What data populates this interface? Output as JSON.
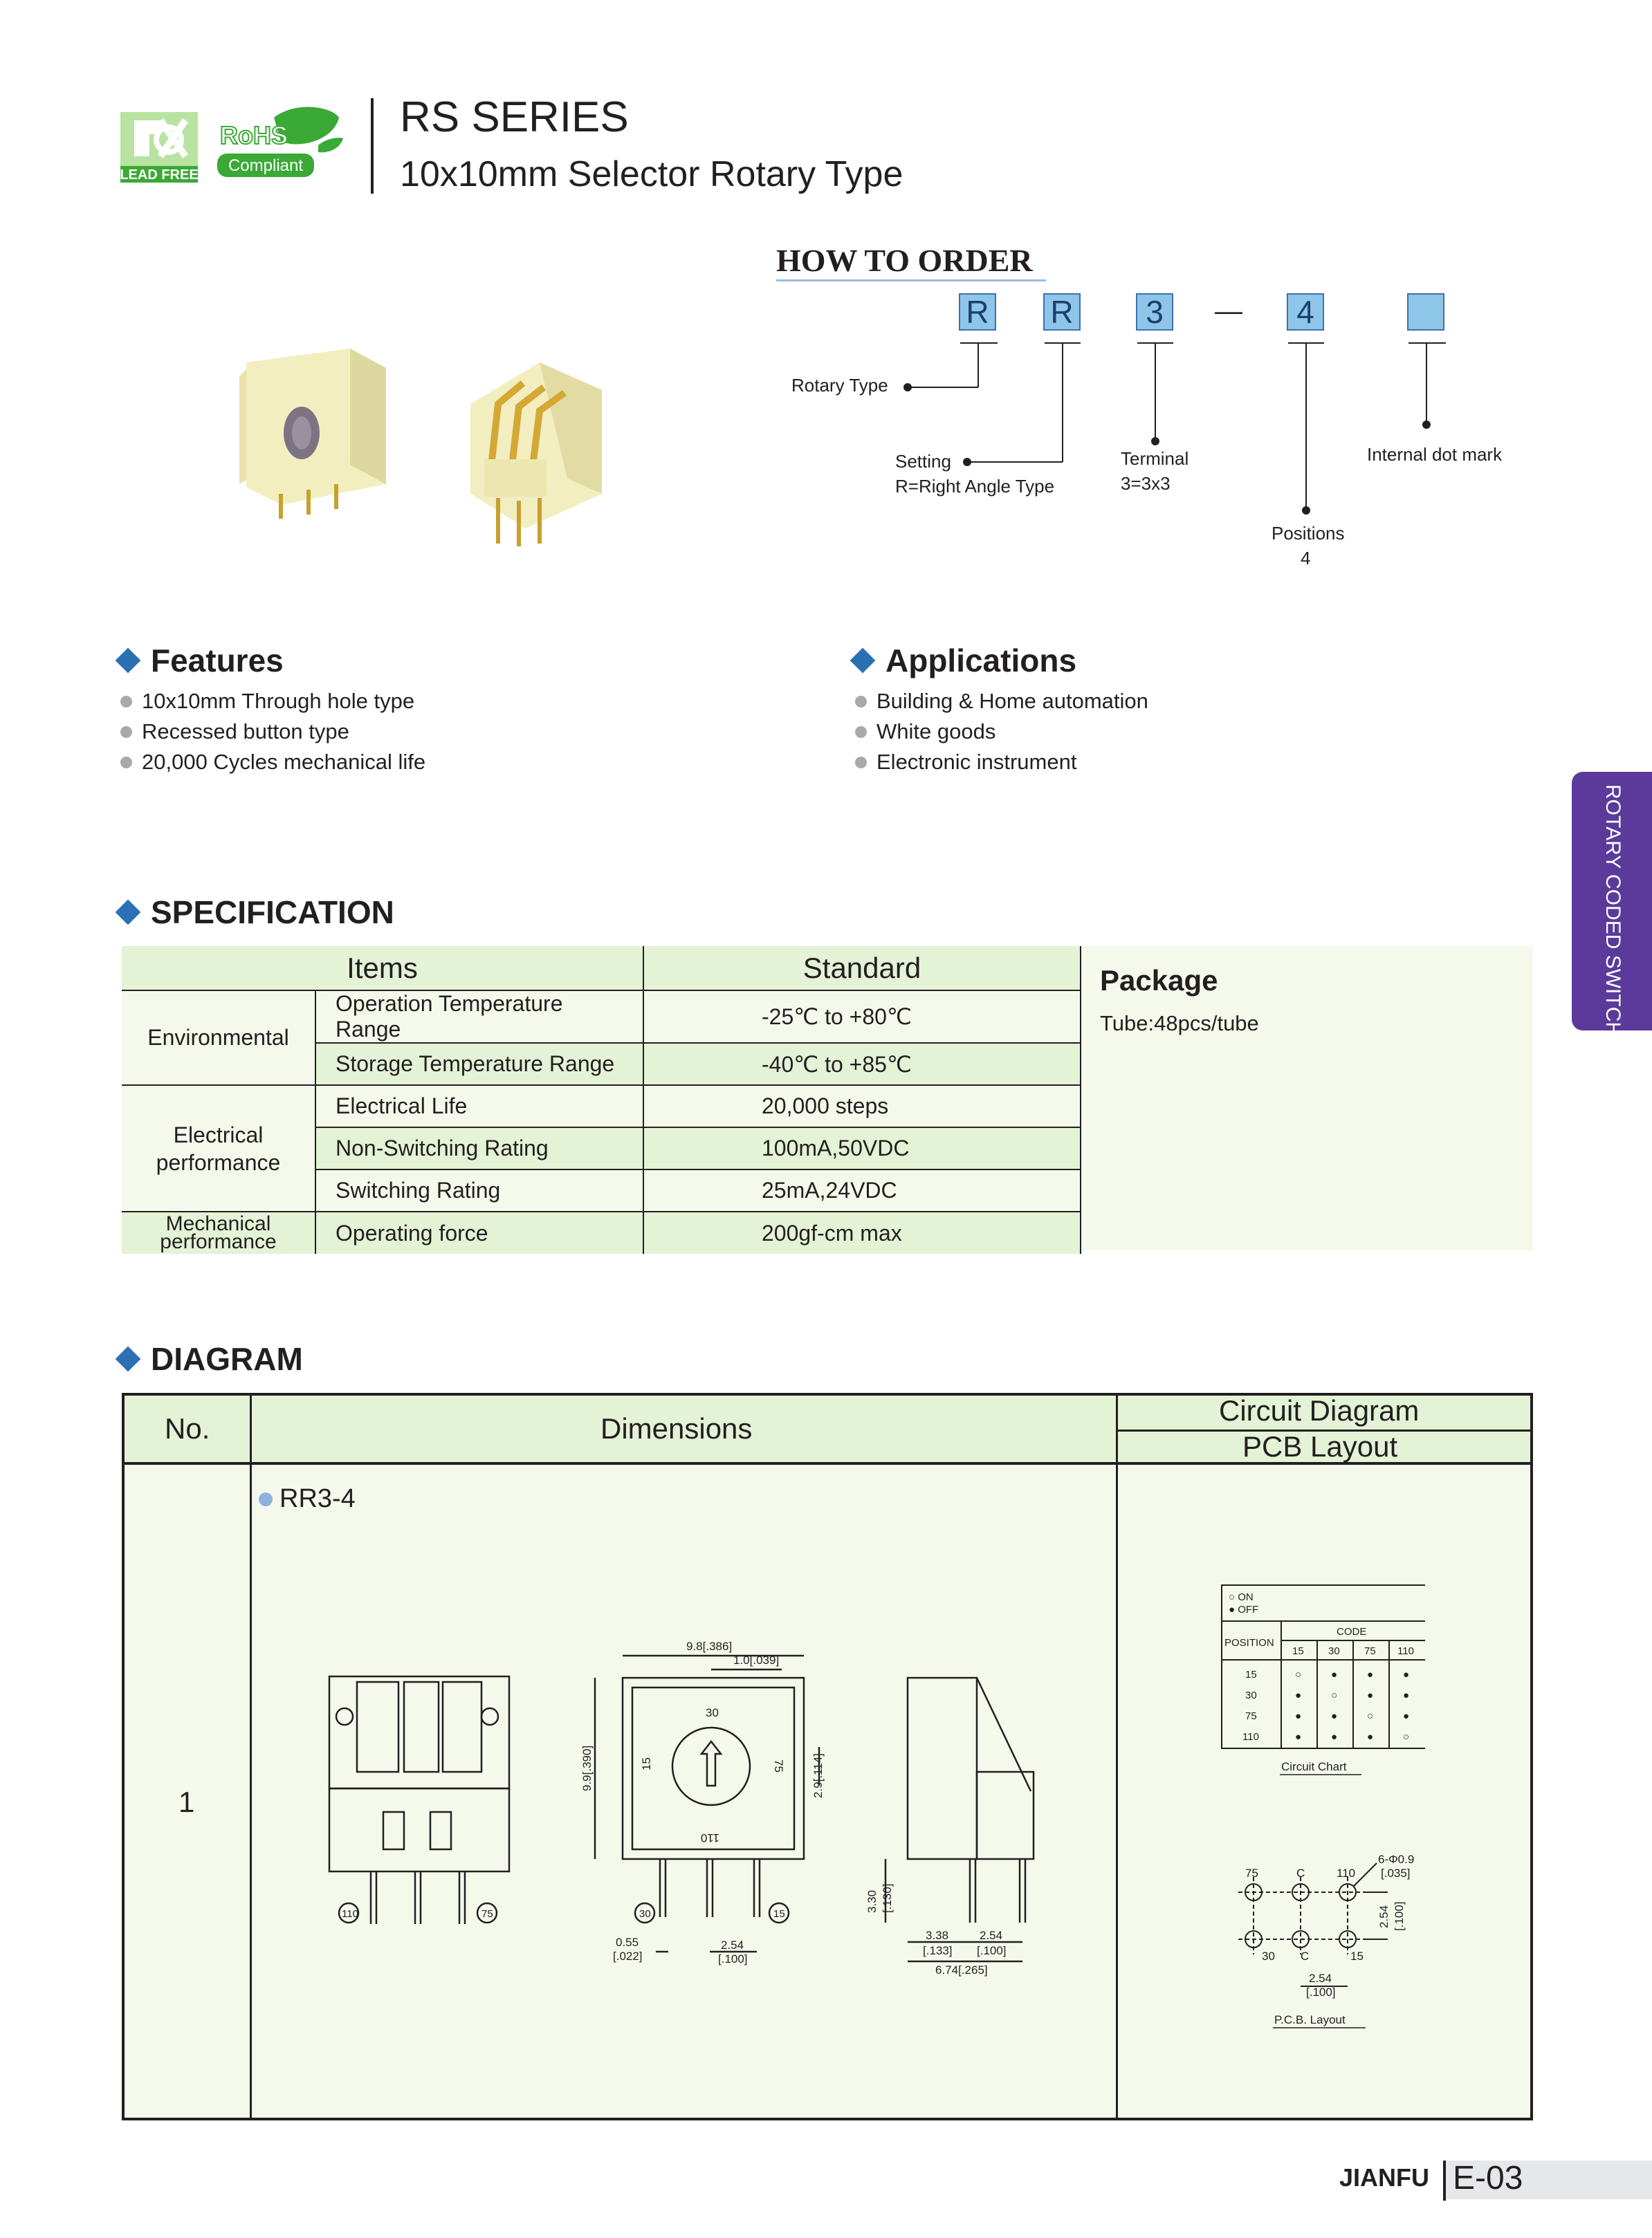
{
  "header": {
    "lead_free_label": "LEAD FREE",
    "rohs_label": "RoHS",
    "rohs_compliant": "Compliant",
    "series_title": "RS SERIES",
    "series_subtitle": "10x10mm Selector Rotary Type"
  },
  "how_to_order": {
    "title": "HOW TO ORDER",
    "codes": [
      "R",
      "R",
      "3",
      "4",
      ""
    ],
    "dash": "—",
    "labels": {
      "rotary_type": "Rotary Type",
      "setting": "Setting",
      "setting_value": "R=Right Angle Type",
      "terminal": "Terminal",
      "terminal_value": "3=3x3",
      "positions": "Positions",
      "positions_value": "4",
      "internal_dot": "Internal dot mark"
    }
  },
  "features": {
    "title": "Features",
    "items": [
      "10x10mm Through hole type",
      "Recessed button type",
      "20,000 Cycles mechanical life"
    ]
  },
  "applications": {
    "title": "Applications",
    "items": [
      "Building & Home automation",
      "White goods",
      "Electronic instrument"
    ]
  },
  "side_tab": "ROTARY CODED SWITCH",
  "specification": {
    "title": "SPECIFICATION",
    "headers": {
      "items": "Items",
      "standard": "Standard"
    },
    "groups": {
      "environmental": "Environmental",
      "electrical": "Electrical performance",
      "mechanical": "Mechanical performance"
    },
    "rows": [
      {
        "item": "Operation Temperature Range",
        "standard": "-25℃ to +80℃"
      },
      {
        "item": "Storage Temperature Range",
        "standard": "-40℃ to +85℃"
      },
      {
        "item": "Electrical Life",
        "standard": "20,000 steps"
      },
      {
        "item": "Non-Switching Rating",
        "standard": "100mA,50VDC"
      },
      {
        "item": "Switching Rating",
        "standard": "25mA,24VDC"
      },
      {
        "item": "Operating force",
        "standard": "200gf-cm max"
      }
    ],
    "package_title": "Package",
    "package_text": "Tube:48pcs/tube"
  },
  "diagram": {
    "title": "DIAGRAM",
    "headers": {
      "no": "No.",
      "dimensions": "Dimensions",
      "circuit": "Circuit Diagram",
      "pcb": "PCB Layout"
    },
    "row_no": "1",
    "model": "RR3-4",
    "dims": {
      "width": "9.8[.386]",
      "dot": "1.0[.039]",
      "height": "9.9[.390]",
      "knob": "2.9[.114]",
      "pin_w": "0.55",
      "pin_w_in": "[.022]",
      "pitch": "2.54",
      "pitch_in": "[.100]",
      "pin_len": "3.30",
      "pin_len_in": "[.130]",
      "offset": "3.38",
      "offset_in": "[.133]",
      "depth": "6.74[.265]"
    },
    "dial_labels": [
      "30",
      "15",
      "75",
      "110"
    ],
    "pin_labels": [
      "110",
      "75",
      "30",
      "15"
    ],
    "circuit_chart": {
      "legend_on": "○ ON",
      "legend_off": "● OFF",
      "position_label": "POSITION",
      "code_label": "CODE",
      "codes": [
        "15",
        "30",
        "75",
        "110"
      ],
      "rows": [
        {
          "pos": "15",
          "vals": [
            "○",
            "●",
            "●",
            "●"
          ]
        },
        {
          "pos": "30",
          "vals": [
            "●",
            "○",
            "●",
            "●"
          ]
        },
        {
          "pos": "75",
          "vals": [
            "●",
            "●",
            "○",
            "●"
          ]
        },
        {
          "pos": "110",
          "vals": [
            "●",
            "●",
            "●",
            "○"
          ]
        }
      ],
      "caption": "Circuit Chart"
    },
    "pcb": {
      "holes": "6-Φ0.9",
      "holes_in": "[.035]",
      "pitch_v": "2.54",
      "pitch_v_in": "[.100]",
      "pitch_h": "2.54",
      "pitch_h_in": "[.100]",
      "top_labels": [
        "75",
        "C",
        "110"
      ],
      "bottom_labels": [
        "30",
        "C",
        "15"
      ],
      "caption": "P.C.B. Layout"
    }
  },
  "footer": {
    "brand": "JIANFU",
    "page": "E-03"
  }
}
